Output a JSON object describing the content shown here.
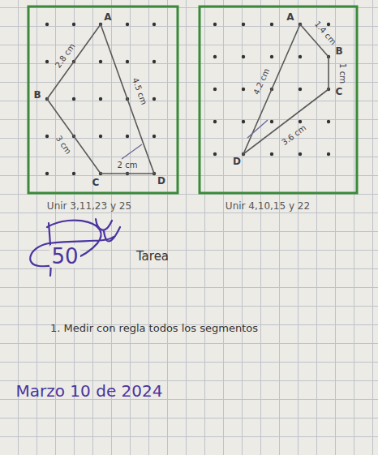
{
  "diagram": {
    "labels": [
      "A",
      "B",
      "C",
      "D",
      "2.8 cm",
      "3 cm",
      "2 cm",
      "4.5 cm",
      "Unir 3,11,23 y 25",
      "A",
      "B",
      "C",
      "D",
      "1.4 cm",
      "1 cm",
      "3.6 cm",
      "4.2 cm",
      "Unir 4,10,15 y 22",
      "50",
      "Tarea",
      "1. Medir con regla todos los segmentos",
      "Marzo 10 de 2024"
    ]
  }
}
